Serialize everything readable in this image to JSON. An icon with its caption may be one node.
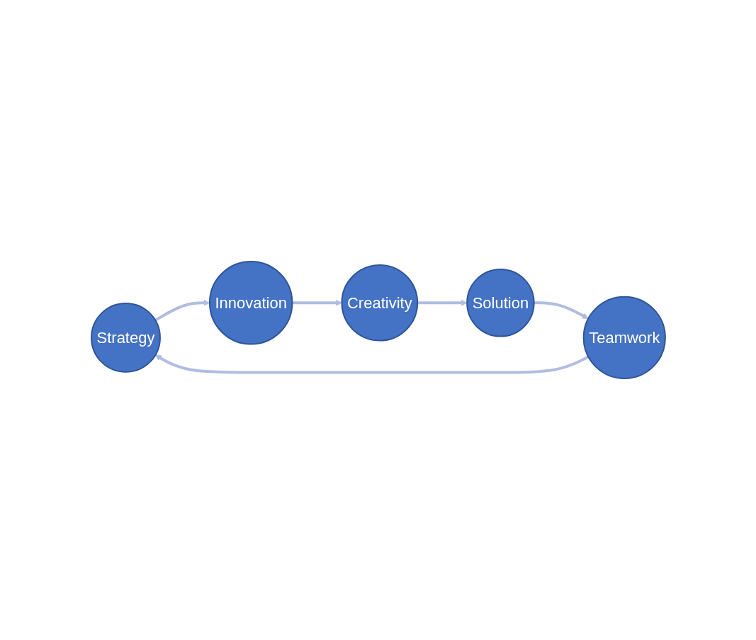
{
  "diagram": {
    "nodes": [
      {
        "text": [
          "Strategy"
        ]
      },
      {
        "text": [
          "Innovation"
        ]
      },
      {
        "text": [
          "Creativity"
        ]
      },
      {
        "text": [
          "Solution"
        ]
      },
      {
        "text": [
          "Teamwork"
        ]
      }
    ],
    "edges": [
      {
        "from": 0,
        "to": 1,
        "arrow": "to"
      },
      {
        "from": 1,
        "to": 2,
        "arrow": "to"
      },
      {
        "from": 2,
        "to": 3,
        "arrow": "to"
      },
      {
        "from": 3,
        "to": 4,
        "arrow": "to"
      },
      {
        "from": 4,
        "to": 0,
        "arrow": "to"
      }
    ]
  }
}
